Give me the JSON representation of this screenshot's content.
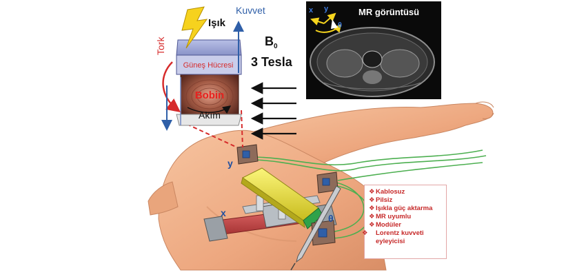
{
  "inset": {
    "light_label": "Işık",
    "force_label": "Kuvvet",
    "torque_label": "Tork",
    "solar_cell_label": "Güneş Hücresi",
    "coil_label": "Bobin",
    "current_label": "Akım"
  },
  "field": {
    "symbol": "B",
    "subscript": "0",
    "strength": "3 Tesla"
  },
  "mr_panel": {
    "title": "MR görüntüsü",
    "axis_x": "x",
    "axis_y": "y",
    "axis_theta": "θ"
  },
  "robot": {
    "axis_x": "x",
    "axis_y": "y",
    "axis_theta": "θ"
  },
  "features": {
    "bullet": "❖",
    "items": [
      "Kablosuz",
      "Pilsiz",
      "Işıkla güç aktarma",
      "MR uyumlu",
      "Modüler",
      "Lorentz kuvveti eyleyicisi"
    ]
  },
  "colors": {
    "red": "#d62b2b",
    "blue": "#2f5fa8",
    "skin": "#f0b08a",
    "yellow_bar": "#f2e84a",
    "wire": "#4caf50"
  }
}
